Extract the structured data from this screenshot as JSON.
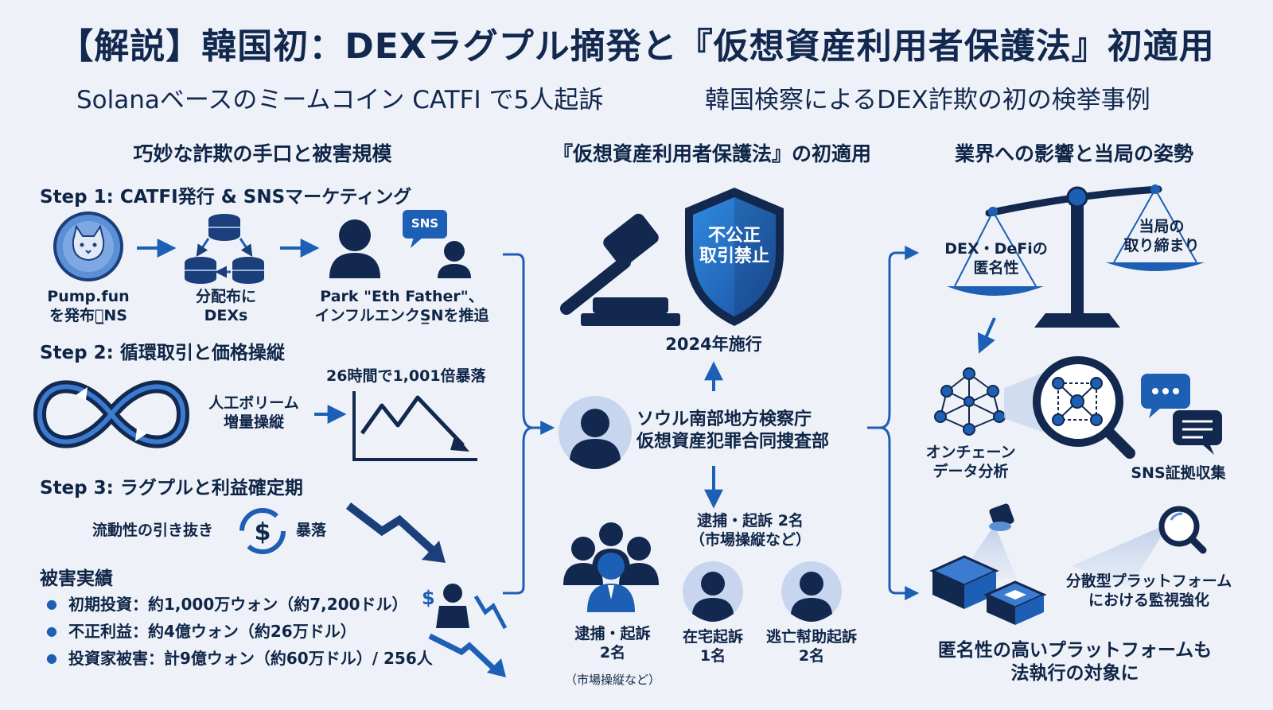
{
  "title": "【解説】韓国初：DEXラグプル摘発と『仮想資産利用者保護法』初適用",
  "subtitle_left": "Solanaベースのミームコイン CATFI で5人起訴",
  "subtitle_right": "韓国検察によるDEX詐欺の初の検挙事例",
  "left": {
    "heading": "巧妙な詐欺の手口と被害規模",
    "step1": {
      "heading": "Step 1: CATFI発行 & SNSマーケティング",
      "pump_label": "Pump.fun\nを発布し̲NS",
      "dex_label": "分配布に\nDEXs",
      "sns_badge": "SNS",
      "park_label": "Park \"Eth Father\"、\nインフルエンクS̲Nを推追"
    },
    "step2": {
      "heading": "Step 2: 循環取引と価格操縦",
      "volume_label": "人工ボリーム\n増量操縦",
      "crash_label": "26時間で1,001倍暴落"
    },
    "step3": {
      "heading": "Step 3: ラグプルと利益確定期",
      "liquidity_label": "流動性の引き抜き",
      "crash_label": "暴落"
    },
    "damage": {
      "heading": "被害実績",
      "items": [
        "初期投資：約1,000万ウォン（約7,200ドル）",
        "不正利益：約4億ウォン（約26万ドル）",
        "投資家被害：計9億ウォン（約60万ドル）/ 256人"
      ]
    }
  },
  "center": {
    "heading": "『仮想資産利用者保護法』の初適用",
    "shield_text": "不公正\n取引禁止",
    "enacted": "2024年施行",
    "agency": "ソウル南部地方検察庁\n仮想資産犯罪合同捜査部",
    "arrest_top": "逮捕・起訴 2名\n（市場操縦など）",
    "arrest_bottom": "逮捕・起訴\n2名",
    "arrest_bottom_note": "（市場操縦など）",
    "home_charge": "在宅起訴\n1名",
    "escape_charge": "逃亡幇助起訴\n2名"
  },
  "right": {
    "heading": "業界への影響と当局の姿勢",
    "scale_left": "DEX・DeFiの\n匿名性",
    "scale_right": "当局の\n取り締まり",
    "onchain": "オンチェーン\nデータ分析",
    "sns_evidence": "SNS証拠収集",
    "monitoring": "分散型プラットフォーム\nにおける監視強化",
    "conclusion": "匿名性の高いプラットフォームも\n法執行の対象に"
  },
  "colors": {
    "navy": "#12284f",
    "blue": "#1d5fb4",
    "light_blue": "#5b8fd6",
    "background": "#eef2f8"
  }
}
